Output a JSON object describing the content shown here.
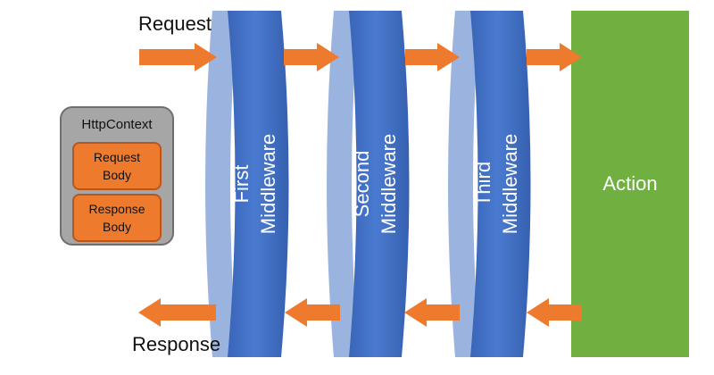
{
  "colors": {
    "middleware_front": "#4472c4",
    "middleware_back": "#9bb4df",
    "action": "#6fb040",
    "arrow": "#ee7a2e",
    "context_box": "#a6a6a6",
    "context_item": "#ee7a2e"
  },
  "flow": {
    "request_label": "Request",
    "response_label": "Response"
  },
  "middlewares": [
    {
      "line1": "First",
      "line2": "Middleware"
    },
    {
      "line1": "Second",
      "line2": "Middleware"
    },
    {
      "line1": "Third",
      "line2": "Middleware"
    }
  ],
  "action": {
    "label": "Action"
  },
  "http_context": {
    "title": "HttpContext",
    "items": [
      {
        "line1": "Request",
        "line2": "Body"
      },
      {
        "line1": "Response",
        "line2": "Body"
      }
    ]
  }
}
